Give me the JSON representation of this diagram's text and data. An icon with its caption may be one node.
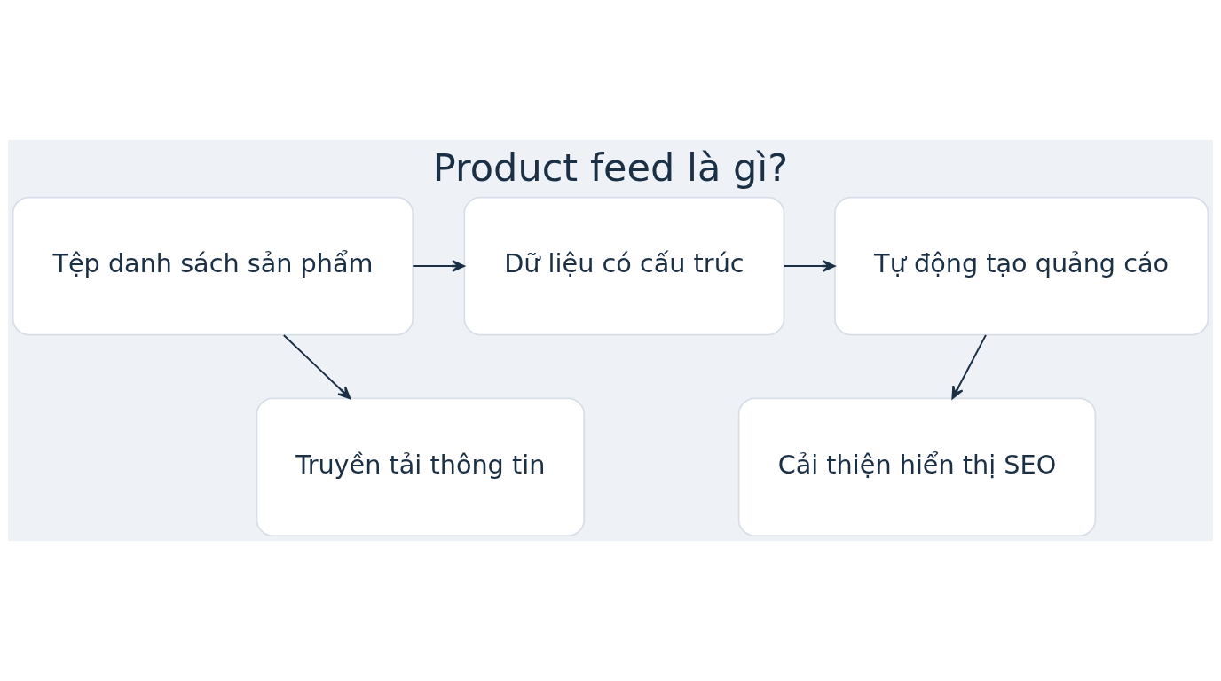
{
  "diagram": {
    "title": "Product feed là gì?",
    "nodes": [
      {
        "text": [
          "Tệp danh sách sản phẩm"
        ]
      },
      {
        "text": [
          "Dữ liệu có cấu trúc"
        ]
      },
      {
        "text": [
          "Tự động tạo quảng cáo"
        ]
      },
      {
        "text": [
          "Truyền tải thông tin"
        ]
      },
      {
        "text": [
          "Cải thiện hiển thị SEO"
        ]
      }
    ],
    "edges": [
      {
        "from": 0,
        "to": 1,
        "arrow": "to"
      },
      {
        "from": 1,
        "to": 2,
        "arrow": "to"
      },
      {
        "from": 0,
        "to": 3,
        "arrow": "to"
      },
      {
        "from": 2,
        "to": 4,
        "arrow": "to"
      }
    ]
  }
}
